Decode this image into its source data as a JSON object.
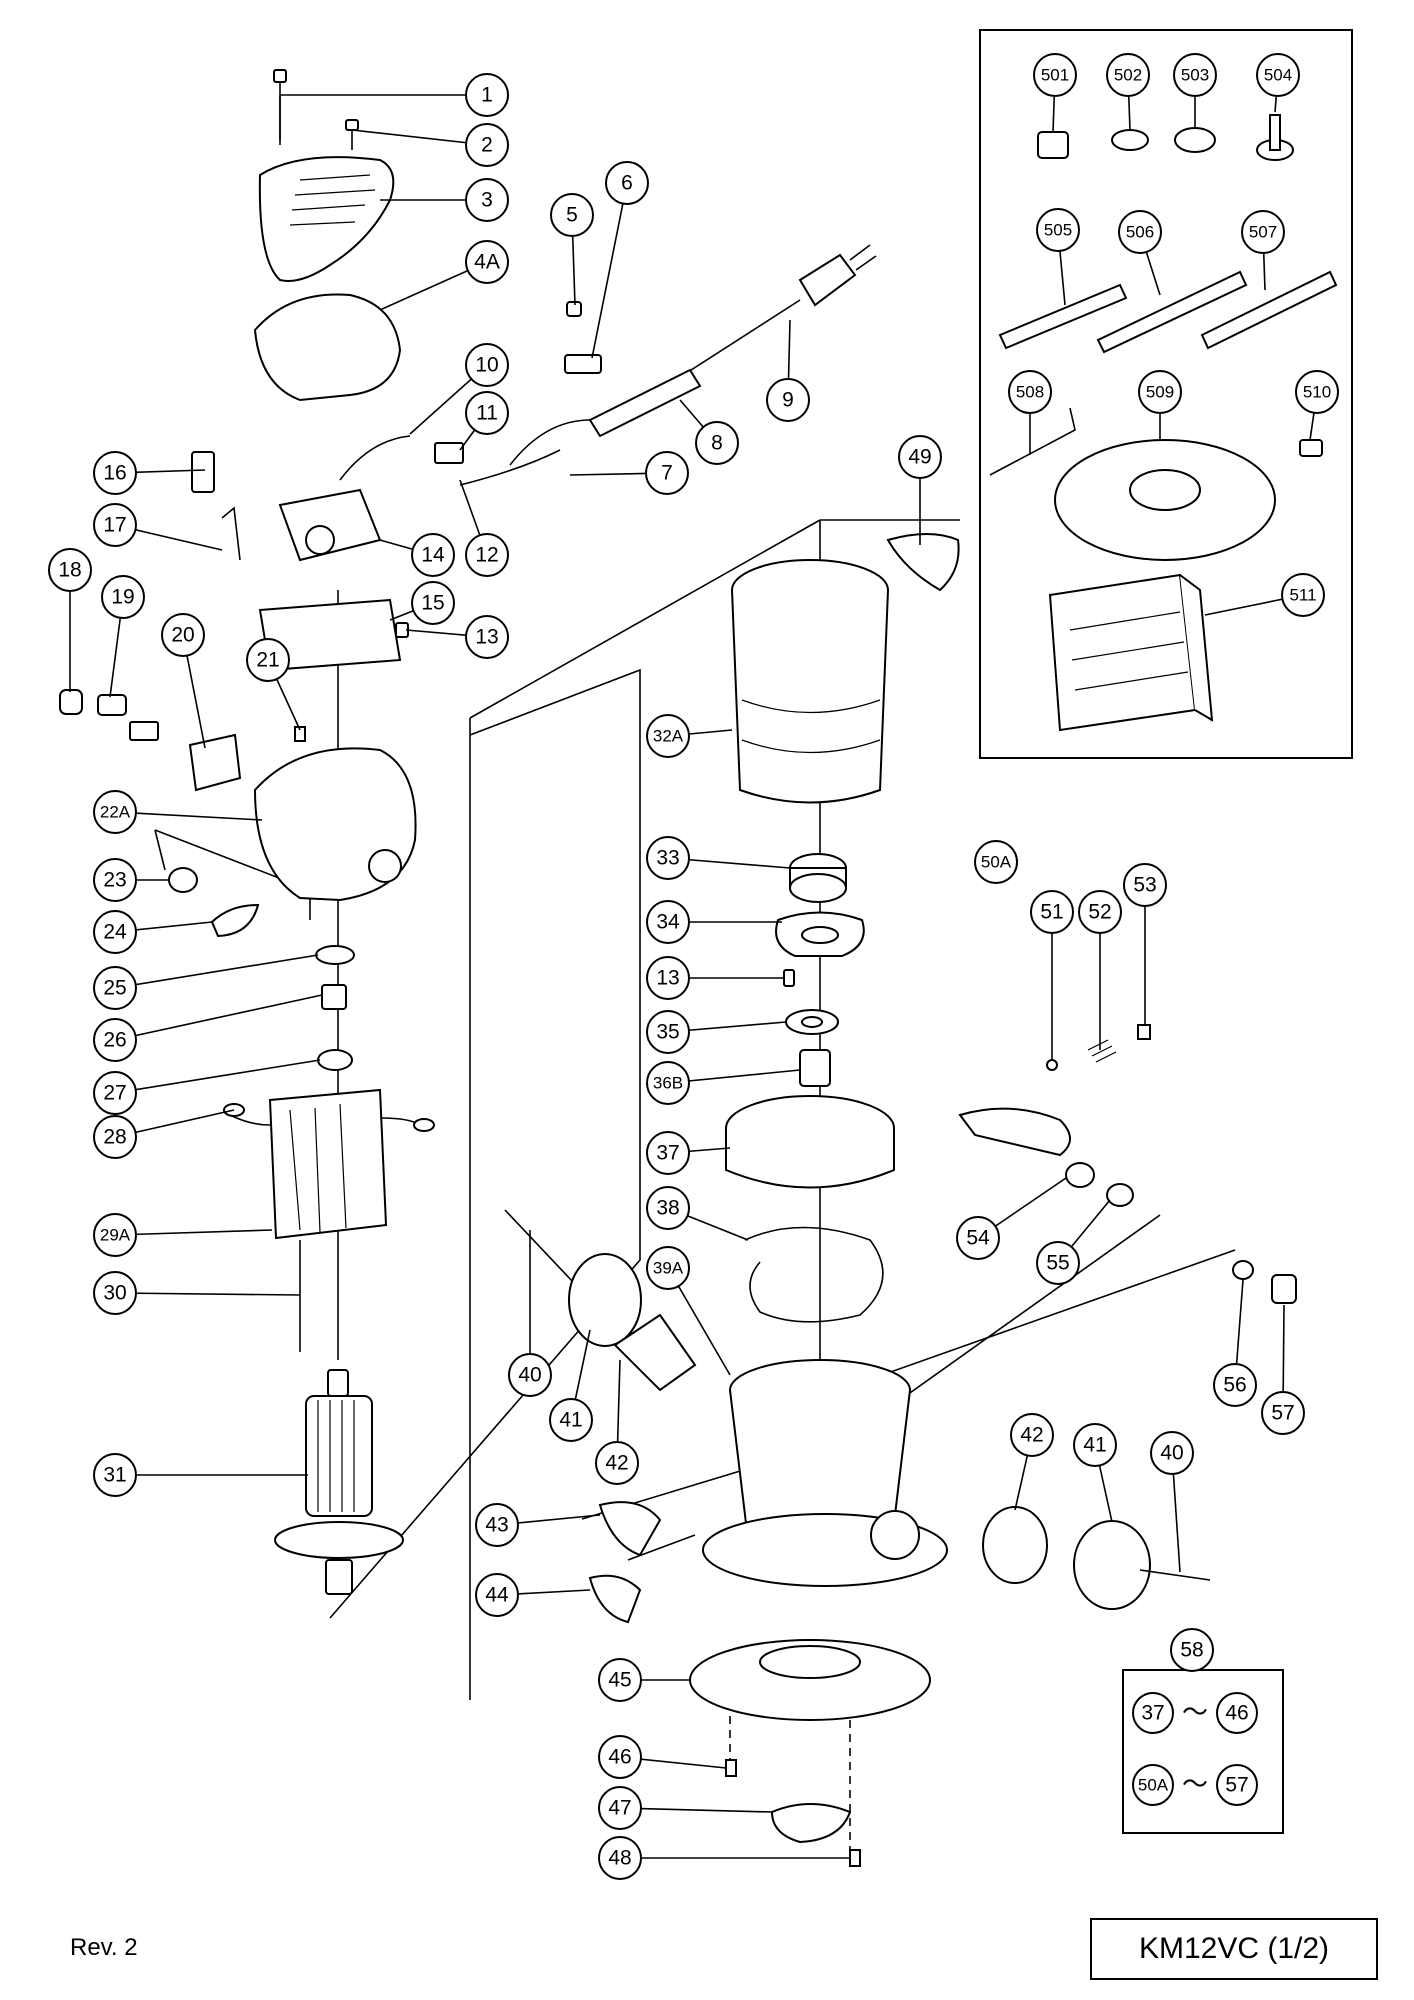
{
  "revision": "Rev. 2",
  "model_label": "KM12VC (1/2)",
  "callouts": [
    {
      "label": "1"
    },
    {
      "label": "2"
    },
    {
      "label": "3"
    },
    {
      "label": "4A"
    },
    {
      "label": "5"
    },
    {
      "label": "6"
    },
    {
      "label": "7"
    },
    {
      "label": "8"
    },
    {
      "label": "9"
    },
    {
      "label": "10"
    },
    {
      "label": "11"
    },
    {
      "label": "12"
    },
    {
      "label": "13"
    },
    {
      "label": "14"
    },
    {
      "label": "15"
    },
    {
      "label": "16"
    },
    {
      "label": "17"
    },
    {
      "label": "18"
    },
    {
      "label": "19"
    },
    {
      "label": "20"
    },
    {
      "label": "21"
    },
    {
      "label": "22A"
    },
    {
      "label": "23"
    },
    {
      "label": "24"
    },
    {
      "label": "25"
    },
    {
      "label": "26"
    },
    {
      "label": "27"
    },
    {
      "label": "28"
    },
    {
      "label": "29A"
    },
    {
      "label": "30"
    },
    {
      "label": "31"
    },
    {
      "label": "32A"
    },
    {
      "label": "33"
    },
    {
      "label": "34"
    },
    {
      "label": "13"
    },
    {
      "label": "35"
    },
    {
      "label": "36B"
    },
    {
      "label": "37"
    },
    {
      "label": "38"
    },
    {
      "label": "39A"
    },
    {
      "label": "40"
    },
    {
      "label": "41"
    },
    {
      "label": "42"
    },
    {
      "label": "43"
    },
    {
      "label": "44"
    },
    {
      "label": "45"
    },
    {
      "label": "46"
    },
    {
      "label": "47"
    },
    {
      "label": "48"
    },
    {
      "label": "49"
    },
    {
      "label": "50A"
    },
    {
      "label": "51"
    },
    {
      "label": "52"
    },
    {
      "label": "53"
    },
    {
      "label": "54"
    },
    {
      "label": "55"
    },
    {
      "label": "56"
    },
    {
      "label": "57"
    },
    {
      "label": "42"
    },
    {
      "label": "41"
    },
    {
      "label": "40"
    },
    {
      "label": "58"
    },
    {
      "label": "501"
    },
    {
      "label": "502"
    },
    {
      "label": "503"
    },
    {
      "label": "504"
    },
    {
      "label": "505"
    },
    {
      "label": "506"
    },
    {
      "label": "507"
    },
    {
      "label": "508"
    },
    {
      "label": "509"
    },
    {
      "label": "510"
    },
    {
      "label": "511"
    }
  ],
  "kit_58": {
    "rows": [
      {
        "from": "37",
        "to": "46"
      },
      {
        "from": "50A",
        "to": "57"
      }
    ],
    "separator": "～"
  }
}
